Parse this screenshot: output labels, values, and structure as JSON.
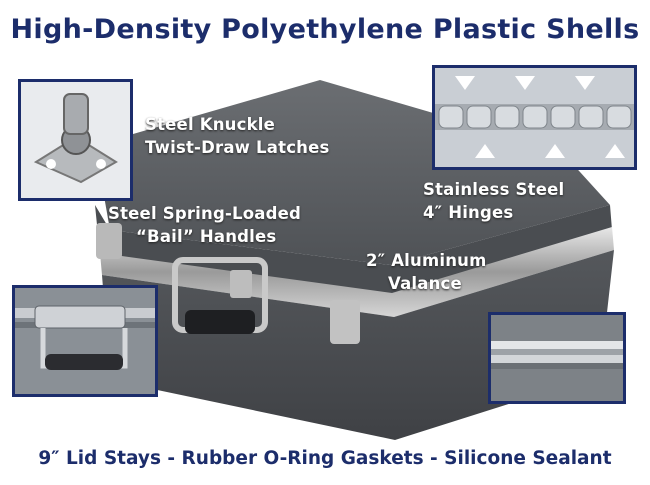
{
  "title": "High-Density Polyethylene Plastic Shells",
  "callouts": {
    "latches": [
      "Steel Knuckle",
      "Twist-Draw Latches"
    ],
    "hinges": [
      "Stainless Steel",
      "4″ Hinges"
    ],
    "handles": [
      "Steel Spring-Loaded",
      "“Bail” Handles"
    ],
    "valance": [
      "2″ Aluminum",
      "Valance"
    ]
  },
  "footer": "9″ Lid Stays  -  Rubber O-Ring Gaskets  -  Silicone Sealant",
  "insets": {
    "latch": "latch-closeup",
    "hinge": "hinge-closeup",
    "handle": "handle-closeup",
    "valance": "valance-closeup"
  },
  "colors": {
    "title": "#1c2d6b",
    "frame": "#1c2d6b",
    "case": "#55585c"
  }
}
